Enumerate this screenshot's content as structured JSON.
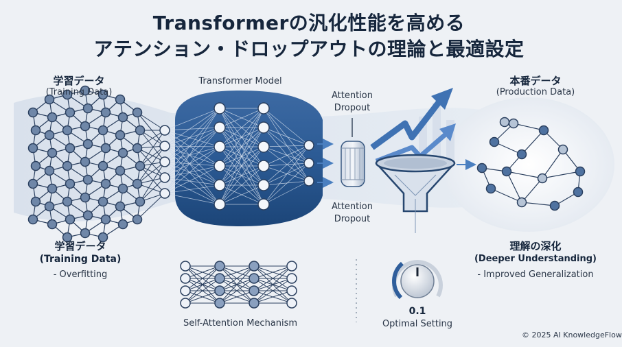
{
  "title": {
    "line1": "Transformerの汎化性能を高める",
    "line2": "アテンション・ドロップアウトの理論と最適設定"
  },
  "training_top": {
    "jp": "学習データ",
    "en": "(Training Data)"
  },
  "model_label": "Transformer Model",
  "dropout_top": {
    "line1": "Attention",
    "line2": "Dropout"
  },
  "dropout_bottom": {
    "line1": "Attention",
    "line2": "Dropout"
  },
  "production": {
    "jp": "本番データ",
    "en": "(Production Data)"
  },
  "training_bottom": {
    "jp": "学習データ",
    "en": "(Training Data)",
    "note": "- Overfitting"
  },
  "deeper": {
    "jp": "理解の深化",
    "en": "(Deeper Understanding)",
    "note": "- Improved Generalization"
  },
  "self_attention_label": "Self-Attention Mechanism",
  "knob": {
    "value": "0.1",
    "label": "Optimal Setting",
    "level": 0.35
  },
  "footer": "© 2025 AI KnowledgeFlow",
  "colors": {
    "navy": "#1f4f86",
    "light_node": "#eef2f8",
    "mid_node": "#7e96b6",
    "arrow": "#4a7fc0"
  },
  "icons": [
    "neural-network-icon",
    "dial-icon",
    "funnel-icon",
    "trend-arrow-icon",
    "knob-icon"
  ]
}
